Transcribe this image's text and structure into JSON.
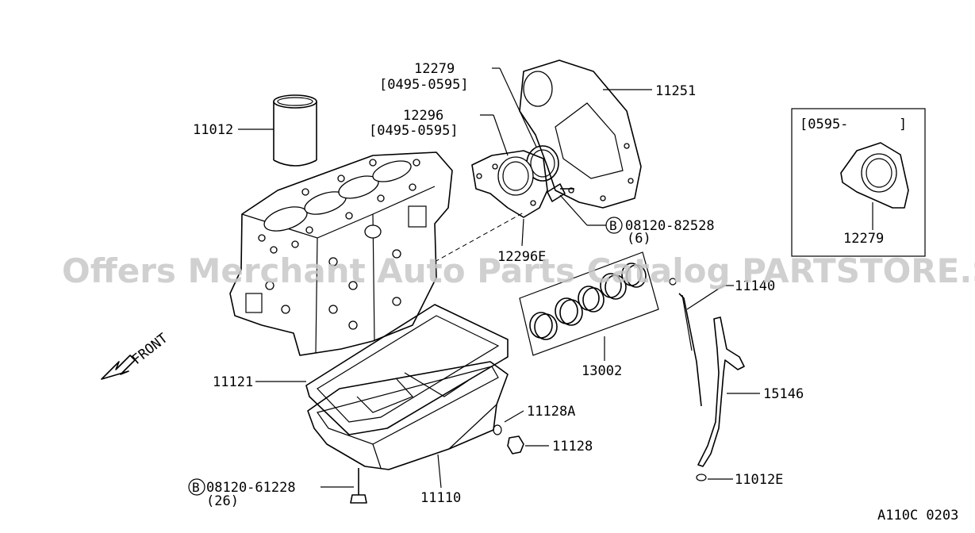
{
  "labels": {
    "p11012": "11012",
    "p12279_top": "12279",
    "p12279_top_range": "[0495-0595]",
    "p12296": "12296",
    "p12296_range": "[0495-0595]",
    "p11251": "11251",
    "bolt_top_num": "08120-82528",
    "bolt_top_qty": "(6)",
    "p12296E": "12296E",
    "p11140": "11140",
    "p13002": "13002",
    "p11121": "11121",
    "p11128A": "11128A",
    "p11128": "11128",
    "p15146": "15146",
    "bolt_bottom_num": "08120-61228",
    "bolt_bottom_qty": "(26)",
    "p11110": "11110",
    "p11012E": "11012E",
    "front": "FRONT",
    "bolt_marker": "B"
  },
  "inset": {
    "range": "[0595-",
    "range_close": "]",
    "part": "12279"
  },
  "watermark": "Offers Merchant Auto Parts Catalog PARTSTORE.SA",
  "figure_code": "A110C 0203"
}
